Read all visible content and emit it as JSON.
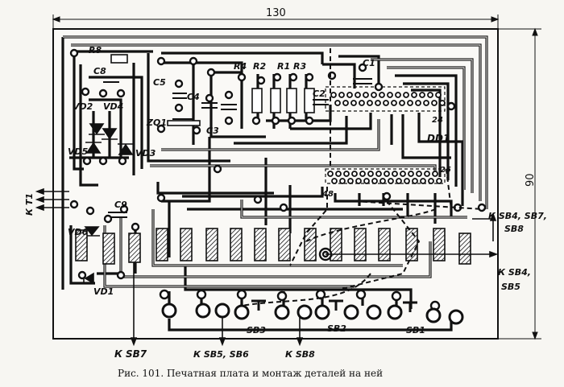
{
  "dimensions": {
    "width": "130",
    "height": "90"
  },
  "labels": {
    "r8": "R8",
    "c8": "C8",
    "r4": "R4",
    "r2": "R2",
    "r1": "R1",
    "r3": "R3",
    "c1": "C1",
    "c5": "C5",
    "c4": "C4",
    "c2": "C2",
    "c3": "C3",
    "c9": "C9",
    "vd2": "VD2",
    "vd4": "VD4",
    "vd5": "VD5",
    "vd3": "VD3",
    "vd6": "VD6",
    "vd1": "VD1",
    "zq1": "ZQ1",
    "dd1": "DD1",
    "pin24": "24",
    "pin25": "25",
    "pin48": "48",
    "sb1": "SB1",
    "sb2": "SB2",
    "sb3": "SB3"
  },
  "connections": {
    "to_t1": "К Т1",
    "to_sb4_sb7_sb8_line1": "К SB4, SB7,",
    "to_sb4_sb7_sb8_line2": "SB8",
    "to_sb4_sb5_line1": "К SB4,",
    "to_sb4_sb5_line2": "SB5",
    "to_sb7": "К  SB7",
    "to_sb5_sb6": "К SB5, SB6",
    "to_sb8": "К SB8"
  },
  "caption": "Рис. 101. Печатная плата и монтаж деталей на ней",
  "colors": {
    "ink": "#111111",
    "paper": "#f7f6f2"
  }
}
